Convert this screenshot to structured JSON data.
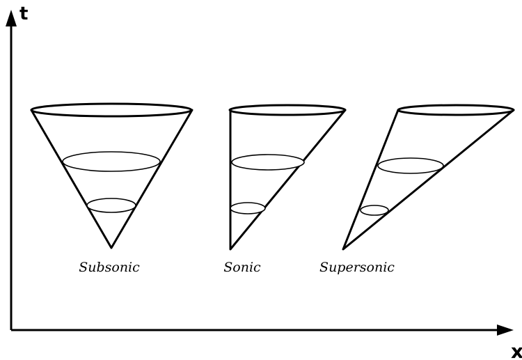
{
  "axes": {
    "vertical_label": "t",
    "horizontal_label": "x"
  },
  "cones": [
    {
      "label": "Subsonic"
    },
    {
      "label": "Sonic"
    },
    {
      "label": "Supersonic"
    }
  ],
  "colors": {
    "ink": "#000000",
    "background": "#ffffff"
  }
}
